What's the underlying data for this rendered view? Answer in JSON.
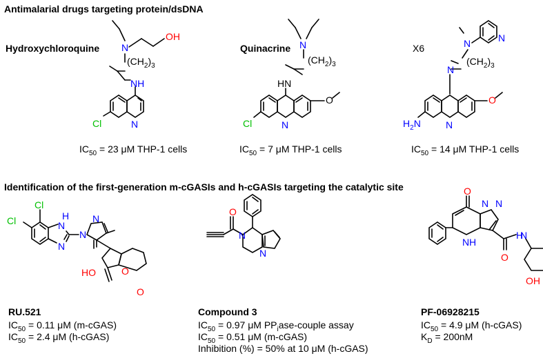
{
  "section1": {
    "title": "Antimalarial drugs targeting protein/dsDNA",
    "compounds": [
      {
        "name": "Hydroxychloroquine",
        "activity_prefix": "IC",
        "activity_sub": "50",
        "activity_rest": " = 23 μM THP-1 cells",
        "atom_labels": [
          "N",
          "OH",
          "(CH",
          "2",
          ")",
          "3",
          "NH",
          "Cl",
          "N"
        ]
      },
      {
        "name": "Quinacrine",
        "activity_prefix": "IC",
        "activity_sub": "50",
        "activity_rest": " = 7 μM THP-1 cells",
        "atom_labels": [
          "N",
          "(CH",
          "2",
          ")",
          "3",
          "HN",
          "O",
          "Cl",
          "N"
        ]
      },
      {
        "name": "X6",
        "activity_prefix": "IC",
        "activity_sub": "50",
        "activity_rest": " = 14 μM THP-1 cells",
        "atom_labels": [
          "N",
          "N",
          "(CH",
          "2",
          ")",
          "3",
          "N",
          "O",
          "H",
          "2",
          "N",
          "N"
        ]
      }
    ]
  },
  "section2": {
    "title": "Identification of the first-generation m-cGASIs and h-cGASIs targeting the catalytic site",
    "compounds": [
      {
        "name": "RU.521",
        "lines": [
          {
            "prefix": "IC",
            "sub": "50",
            "rest": " = 0.11 μM (m-cGAS)"
          },
          {
            "prefix": "IC",
            "sub": "50",
            "rest": " = 2.4 μM (h-cGAS)"
          }
        ],
        "atom_labels": [
          "Cl",
          "Cl",
          "H",
          "N",
          "N",
          "N",
          "N",
          "HO",
          "O",
          "O"
        ]
      },
      {
        "name": "Compound 3",
        "lines": [
          {
            "prefix": "IC",
            "sub": "50",
            "rest": " = 0.97 μM PP",
            "sub2": "i",
            "rest2": "ase-couple assay"
          },
          {
            "prefix": "IC",
            "sub": "50",
            "rest": " = 0.51 μM (m-cGAS)"
          },
          {
            "prefix": "Inhibition (%) =  50% at 10 μM (h-cGAS)",
            "sub": "",
            "rest": ""
          }
        ],
        "atom_labels": [
          "O",
          "N",
          "N"
        ]
      },
      {
        "name": "PF-06928215",
        "lines": [
          {
            "prefix": "IC",
            "sub": "50",
            "rest": " = 4.9 μM (h-cGAS)"
          },
          {
            "prefix": "K",
            "sub": "D",
            "rest": " = 200nM"
          }
        ],
        "atom_labels": [
          "O",
          "N",
          "N",
          "N",
          "H",
          "O",
          "H",
          "N",
          "O",
          "OH"
        ]
      }
    ]
  },
  "colors": {
    "nitrogen": "#0000ff",
    "oxygen": "#ff0000",
    "chlorine": "#00c000",
    "bond": "#000000"
  }
}
